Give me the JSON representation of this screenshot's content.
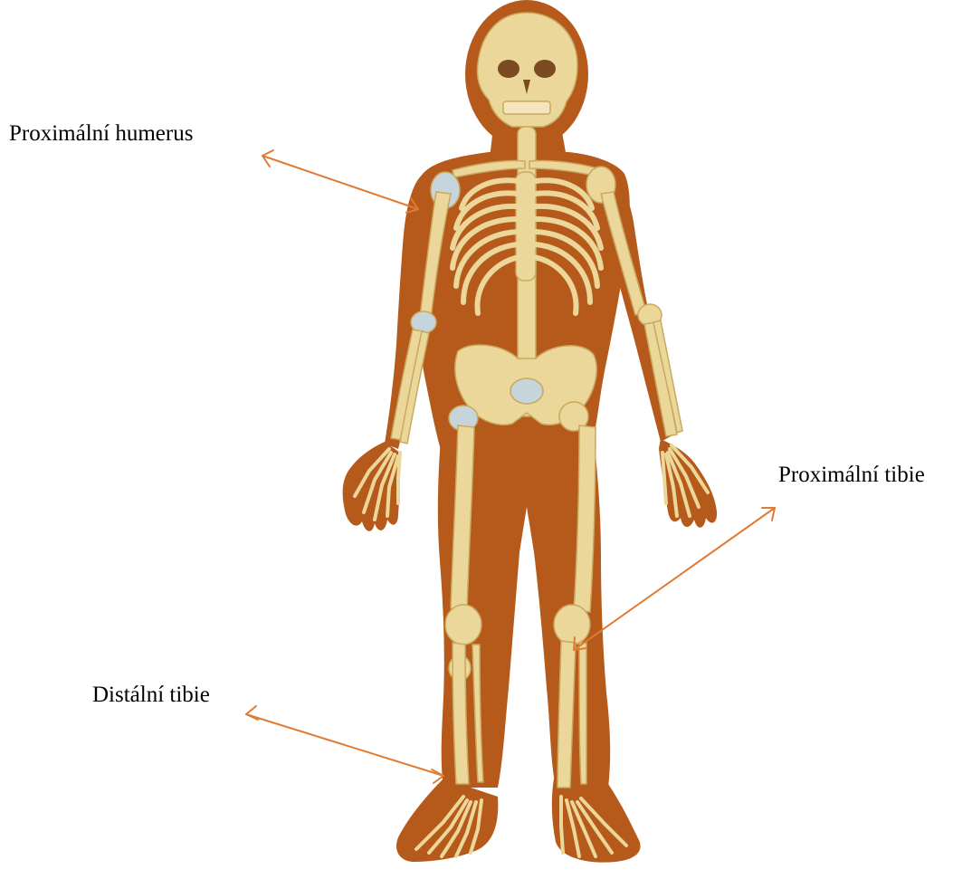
{
  "labels": {
    "proximal_humerus": "Proximální humerus",
    "proximal_tibia": "Proximální tibie",
    "distal_tibia": "Distální tibie"
  },
  "colors": {
    "body_silhouette": "#b65a1c",
    "bone": "#ecd79a",
    "bone_shade": "#c9a860",
    "cartilage": "#b9c9d3",
    "arrow": "#e07b35",
    "text": "#000000",
    "background": "#ffffff"
  },
  "figure": {
    "subject": "human-skeleton-anterior-view"
  }
}
